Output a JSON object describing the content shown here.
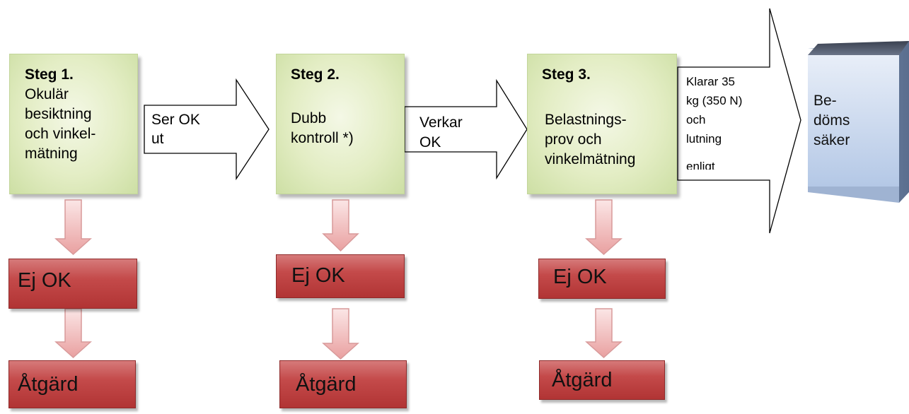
{
  "steps": [
    {
      "title": "Steg 1.",
      "lines": [
        "Okulär",
        "besiktning",
        "och vinkel-",
        "mätning"
      ]
    },
    {
      "title": "Steg 2.",
      "lines": [
        "Dubb",
        "kontroll *)"
      ]
    },
    {
      "title": "Steg 3.",
      "lines": [
        "Belastnings-",
        "prov och",
        "vinkelmätning"
      ]
    }
  ],
  "arrows": [
    {
      "lines": [
        "Ser OK",
        "ut"
      ]
    },
    {
      "lines": [
        "Verkar",
        "OK"
      ]
    },
    {
      "lines": [
        "Klarar 35",
        "kg (350 N)",
        "och",
        "lutning",
        "enligt"
      ]
    }
  ],
  "result": {
    "lines": [
      "Be-",
      "döms",
      "säker"
    ]
  },
  "fail_label": "Ej OK",
  "action_label": "Åtgärd",
  "colors": {
    "step_fill": "#e3edc4",
    "red_fill": "#c44a4a",
    "down_arrow": "#f2c4c4",
    "cube_front": "#c8d8ee"
  }
}
